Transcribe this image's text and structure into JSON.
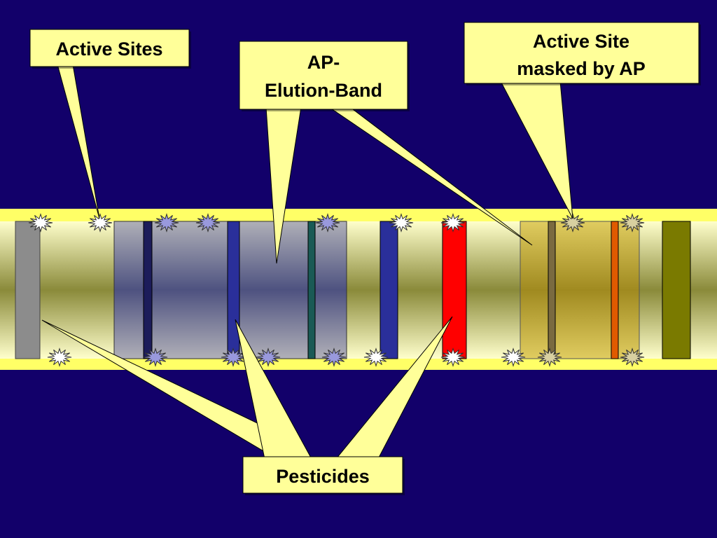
{
  "slide": {
    "background_color": "#12006a",
    "callout_color": "#ffff99"
  },
  "column": {
    "tube_color": "#ffff66",
    "gradient_light": "#ffffcc",
    "gradient_dark": "#8a8a3a"
  },
  "labels": {
    "active_sites": "Active Sites",
    "ap_elution_band_line1": "AP-",
    "ap_elution_band_line2": "Elution-Band",
    "active_site_masked_line1": "Active Site",
    "active_site_masked_line2": "masked by AP",
    "pesticides": "Pesticides"
  },
  "bands": [
    {
      "name": "pesticide-band-gray",
      "color": "#8c8c8c"
    },
    {
      "name": "ap-elution-band",
      "color": "#6a6d8c"
    },
    {
      "name": "pesticide-band-navy",
      "color": "#1c1c5a"
    },
    {
      "name": "pesticide-band-blue-1",
      "color": "#2a2f9a"
    },
    {
      "name": "pesticide-band-teal",
      "color": "#1a5a55"
    },
    {
      "name": "pesticide-band-blue-2",
      "color": "#2a2f9a"
    },
    {
      "name": "pesticide-band-red",
      "color": "#ff0000"
    },
    {
      "name": "ap-masked-zone",
      "color": "#c8a828"
    },
    {
      "name": "pesticide-band-brown",
      "color": "#7a6a40"
    },
    {
      "name": "pesticide-band-orange",
      "color": "#e05a00"
    },
    {
      "name": "pesticide-band-olive",
      "color": "#7a7a00"
    }
  ],
  "active_sites": {
    "free_color": "#ffffff",
    "masked_color": "#9999dd",
    "masked_yellow_color": "#d8d0a0"
  }
}
